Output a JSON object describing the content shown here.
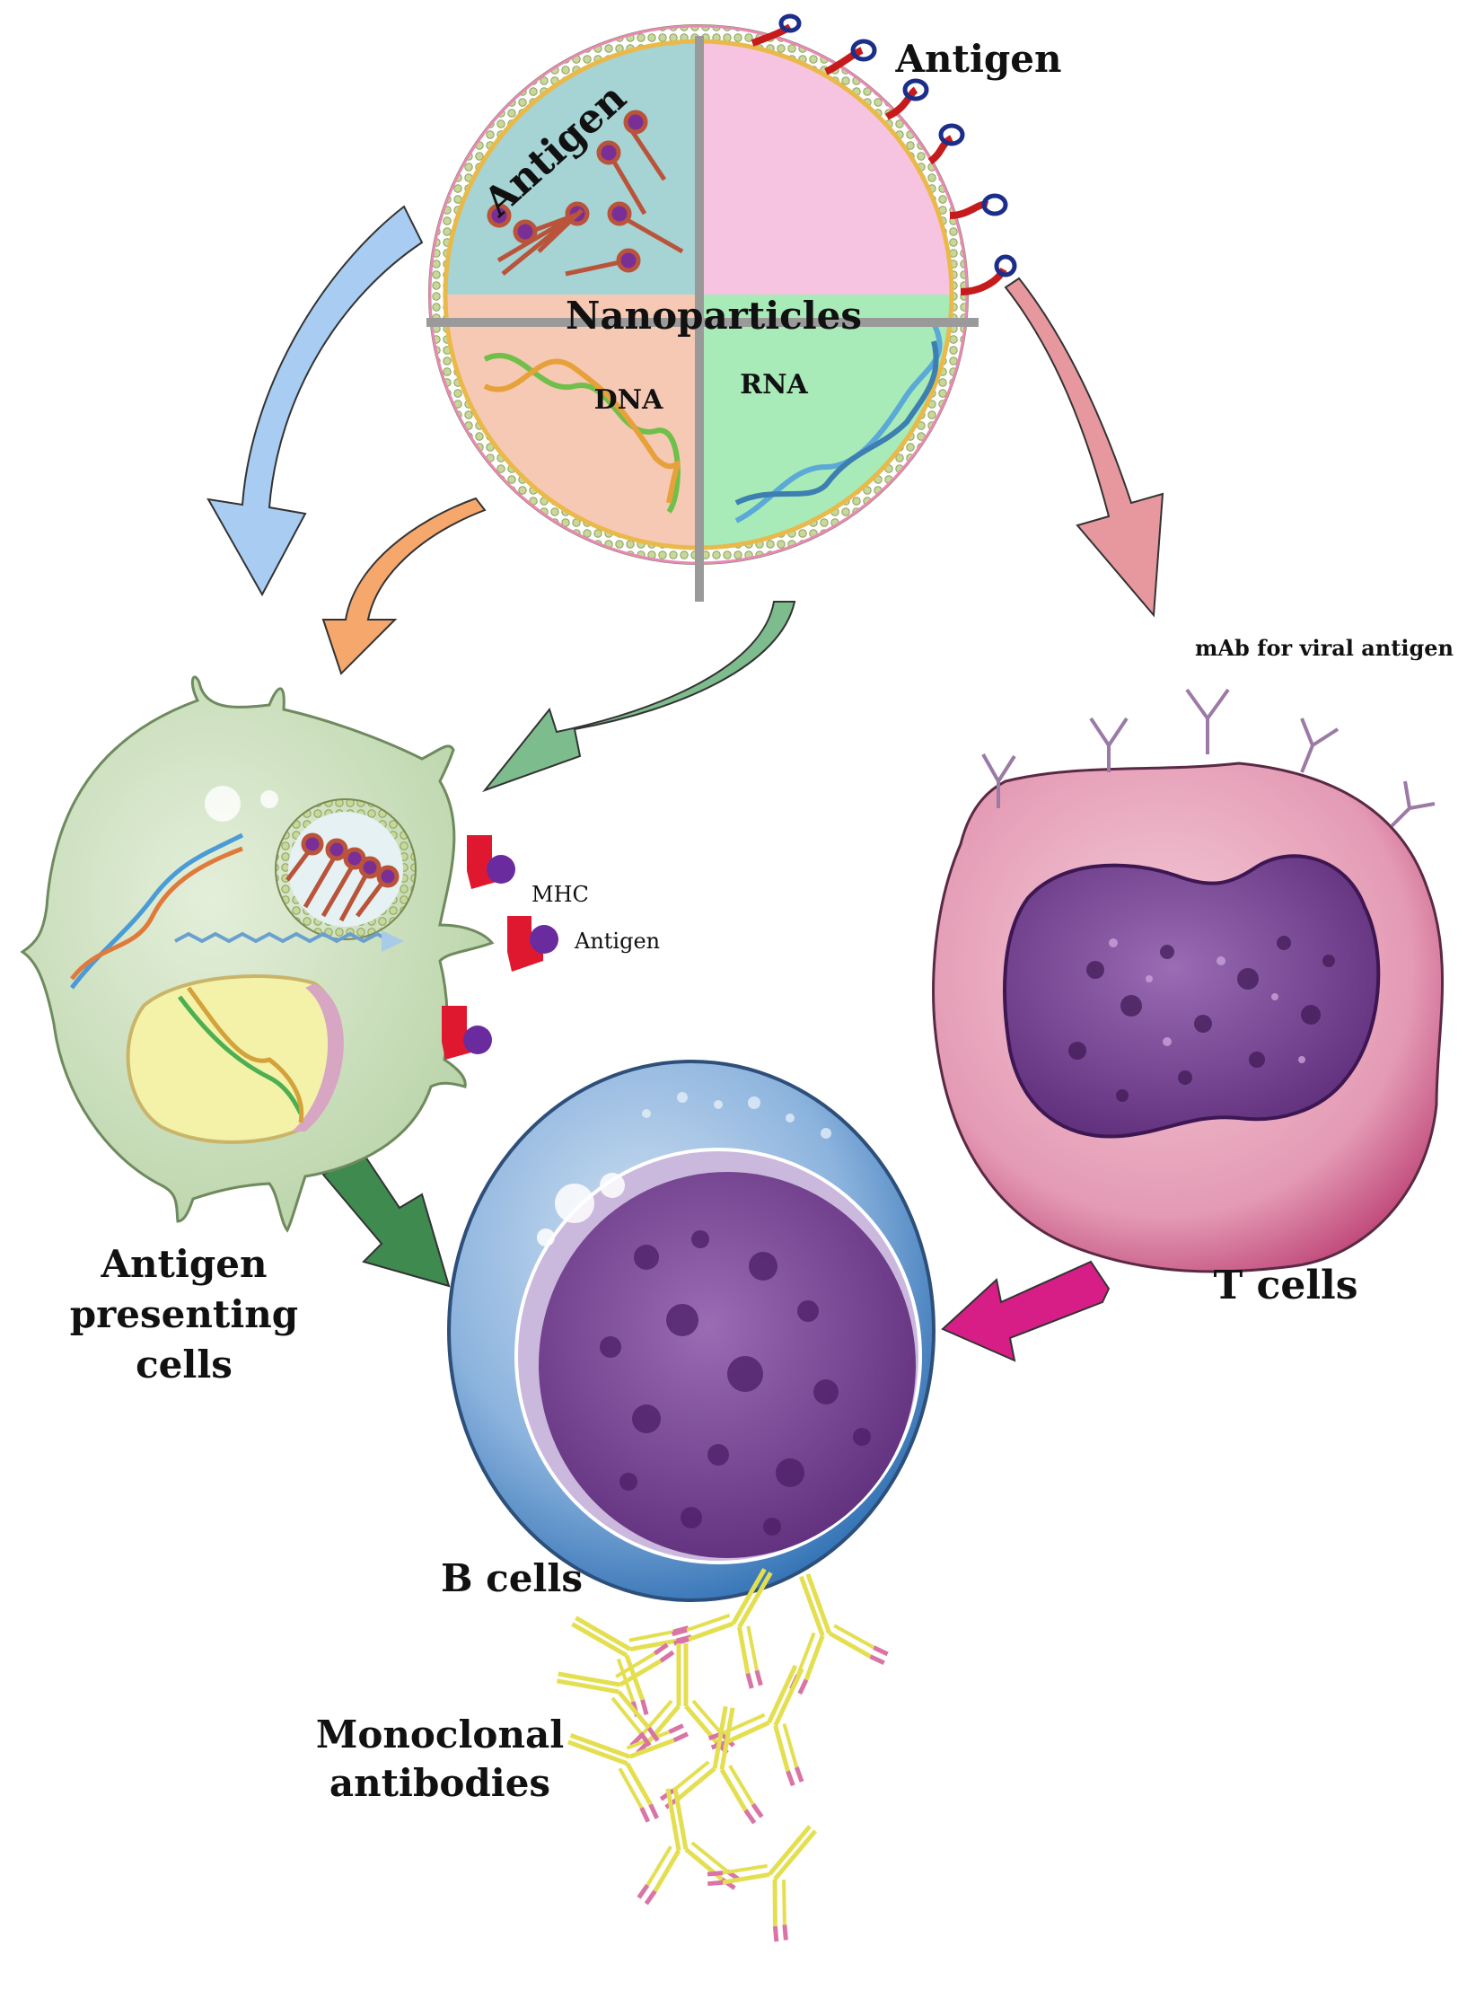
{
  "labels": {
    "antigen_outside": "Antigen",
    "antigen_inside": "Antigen",
    "nanoparticles": "Nanoparticles",
    "dna": "DNA",
    "rna": "RNA",
    "mab": "mAb for viral antigen",
    "mhc": "MHC",
    "antigen_mhc": "Antigen",
    "apc": [
      "Antigen",
      "presenting",
      "cells"
    ],
    "t_cells": "T cells",
    "b_cells": "B cells",
    "monoclonal": [
      "Monoclonal",
      "antibodies"
    ]
  },
  "colors": {
    "np_antigen_quadrant": "#a6d3d3",
    "np_pink_quadrant": "#f6c4e0",
    "np_dna_quadrant": "#f6c9b4",
    "np_rna_quadrant": "#a9eab9",
    "arrow_blue": "#a9cdf2",
    "arrow_orange": "#f5a76c",
    "arrow_green": "#7dbd8d",
    "arrow_pink": "#e7989e",
    "arrow_darkgreen": "#3e8a4f",
    "arrow_magenta": "#d61e86",
    "apc_body": "#cfe2c3",
    "t_cell": "#e8a9be",
    "b_cell": "#7aa6d6",
    "nucleus_purple": "#7c4a96",
    "antibody": "#e4df50",
    "antibody_tip": "#d974a6",
    "mhc_red": "#e0182f",
    "antigen_purple": "#6a2b9e"
  }
}
